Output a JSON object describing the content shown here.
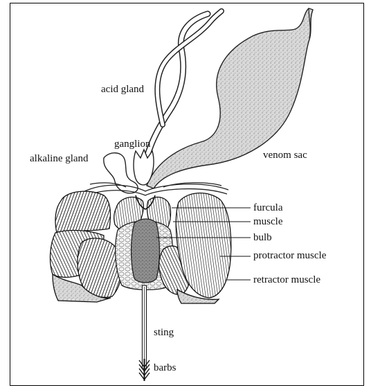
{
  "diagram": {
    "labels": {
      "acid_gland": "acid gland",
      "ganglion": "ganglion",
      "alkaline_gland": "alkaline gland",
      "venom_sac": "venom sac",
      "furcula": "furcula",
      "muscle": "muscle",
      "bulb": "bulb",
      "protractor_muscle": "protractor muscle",
      "retractor_muscle": "retractor muscle",
      "sting": "sting",
      "barbs": "barbs"
    }
  }
}
